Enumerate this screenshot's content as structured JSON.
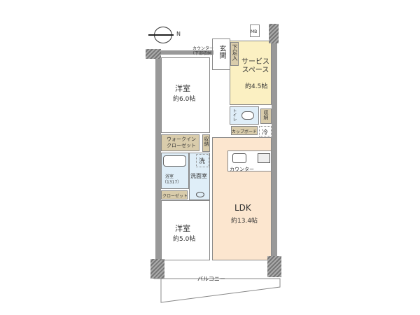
{
  "compass": {
    "north_label": "N"
  },
  "mb_label": "MB",
  "counter_note": {
    "line1": "カウンター",
    "line2": "（下部収納）"
  },
  "rooms": {
    "western_room_1": {
      "name": "洋室",
      "area": "約6.0帖"
    },
    "entrance": {
      "name": "玄関"
    },
    "shoe_storage": {
      "name": "下足入"
    },
    "service_space": {
      "name_line1": "サービス",
      "name_line2": "スペース",
      "area": "約4.5帖"
    },
    "toilet": {
      "name": "トイレ"
    },
    "storage_toilet": {
      "name": "収納"
    },
    "cupboard": {
      "name": "カップボード"
    },
    "fridge": {
      "name": "冷"
    },
    "walk_in_closet": {
      "name_line1": "ウォークイン",
      "name_line2": "クローゼット"
    },
    "storage_hall": {
      "name": "収納"
    },
    "washer": {
      "name": "洗"
    },
    "washroom": {
      "name": "洗面室"
    },
    "bathroom": {
      "name": "浴室",
      "size": "（1317）"
    },
    "closet": {
      "name": "クローゼット"
    },
    "western_room_2": {
      "name": "洋室",
      "area": "約5.0帖"
    },
    "kitchen_counter": {
      "name": "カウンター"
    },
    "ldk": {
      "name": "LDK",
      "area": "約13.4帖"
    },
    "balcony": {
      "name": "バルコニー"
    }
  },
  "colors": {
    "service_space": "#fbf0c2",
    "ldk": "#fce6cf",
    "wet": "#dfeef8",
    "storage": "#d9ccab"
  }
}
